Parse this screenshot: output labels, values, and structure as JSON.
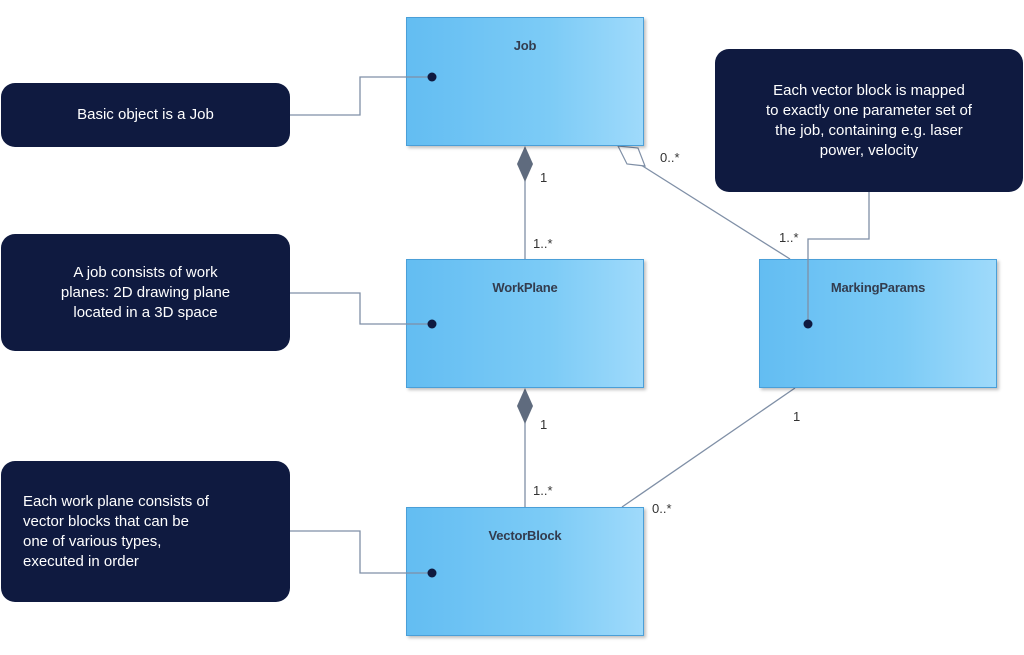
{
  "classes": {
    "job": {
      "name": "Job"
    },
    "workplane": {
      "name": "WorkPlane"
    },
    "markingparams": {
      "name": "MarkingParams"
    },
    "vectorblock": {
      "name": "VectorBlock"
    }
  },
  "notes": {
    "job_note": {
      "lines": [
        "Basic object is a Job"
      ]
    },
    "workplane_note": {
      "lines": [
        "A job consists of work",
        "planes: 2D drawing plane",
        "located in a 3D space"
      ]
    },
    "vectorblock_note": {
      "lines": [
        "Each work plane consists of",
        "vector blocks that can be",
        "one of various types,",
        "executed in order"
      ]
    },
    "markingparams_note": {
      "lines": [
        "Each vector block is mapped",
        "to exactly one parameter set of",
        "the job, containing  e.g. laser",
        "power, velocity"
      ]
    }
  },
  "associations": {
    "job_workplane": {
      "type": "composition",
      "source_mult": "1",
      "target_mult": "1..*"
    },
    "workplane_vectorblock": {
      "type": "composition",
      "source_mult": "1",
      "target_mult": "1..*"
    },
    "job_markingparams": {
      "type": "aggregation",
      "source_mult": "0..*",
      "target_mult": "1..*"
    },
    "markingparams_vectorblock": {
      "type": "association",
      "source_mult": "1",
      "target_mult": "0..*"
    }
  },
  "colors": {
    "class_fill_start": "#63bdf2",
    "class_fill_end": "#9fdafb",
    "note_fill": "#0f1a40",
    "line": "#7f8fa6",
    "diamond": "#5f6b7e"
  }
}
